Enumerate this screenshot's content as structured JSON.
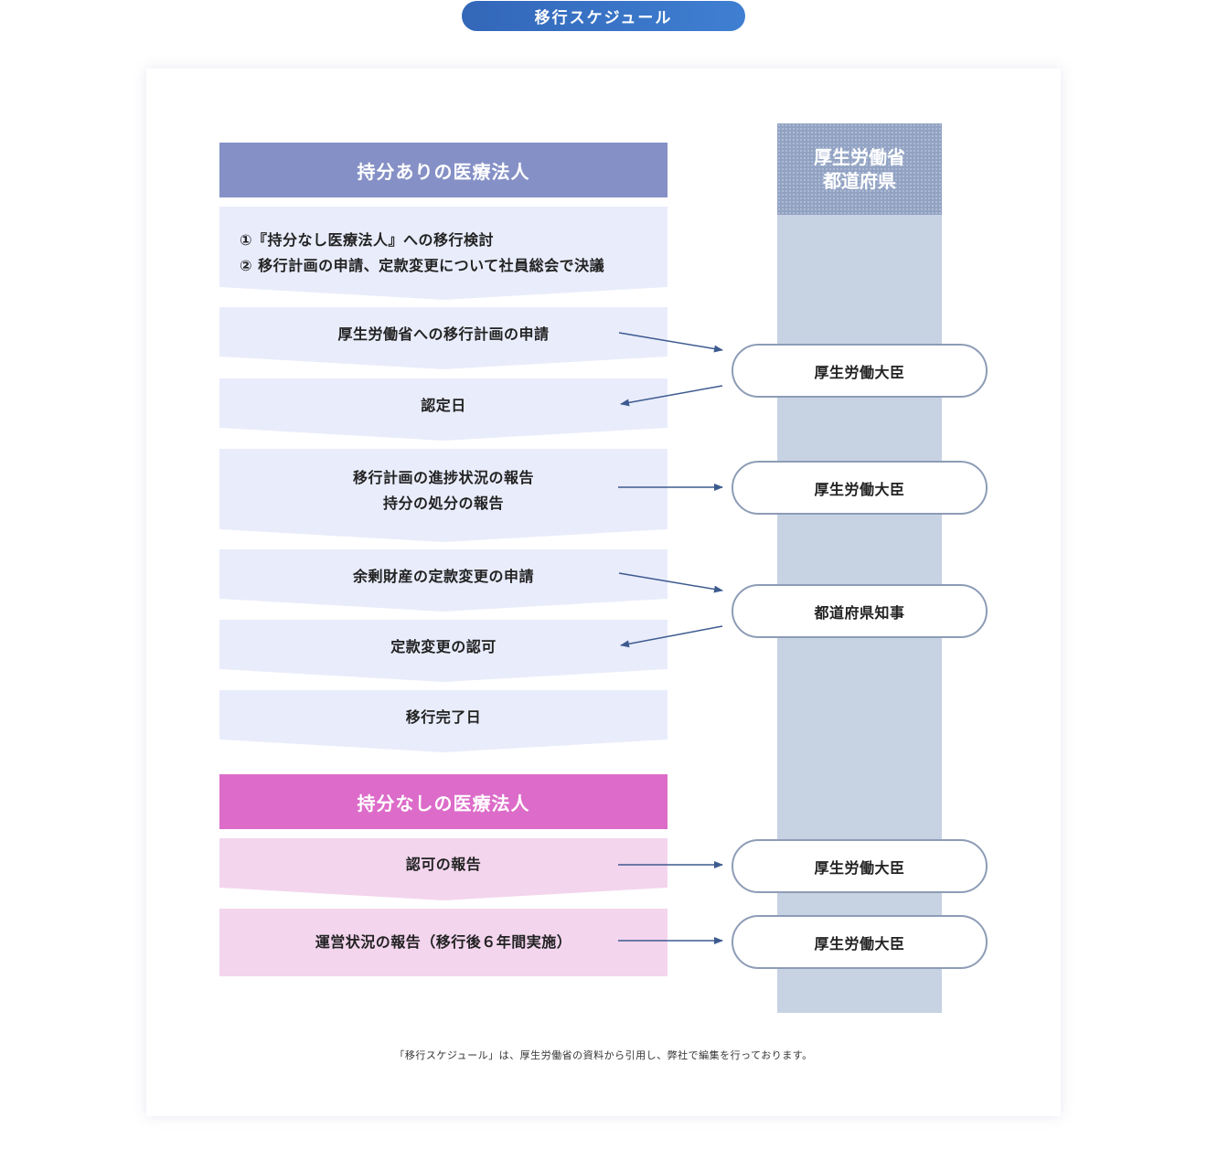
{
  "title": "移行スケジュール",
  "authority_column": {
    "line1": "厚生労働省",
    "line2": "都道府県"
  },
  "section_with_share": "持分ありの医療法人",
  "section_without_share": "持分なしの医療法人",
  "steps_with_share": [
    {
      "lines": [
        "①『持分なし医療法人』への移行検討",
        "② 移行計画の申請、定款変更について社員総会で決議"
      ]
    },
    {
      "lines": [
        "厚生労働省への移行計画の申請"
      ]
    },
    {
      "lines": [
        "認定日"
      ]
    },
    {
      "lines": [
        "移行計画の進捗状況の報告",
        "持分の処分の報告"
      ]
    },
    {
      "lines": [
        "余剰財産の定款変更の申請"
      ]
    },
    {
      "lines": [
        "定款変更の認可"
      ]
    },
    {
      "lines": [
        "移行完了日"
      ]
    }
  ],
  "steps_without_share": [
    {
      "lines": [
        "認可の報告"
      ]
    },
    {
      "lines": [
        "運営状況の報告（移行後６年間実施）"
      ]
    }
  ],
  "authorities": [
    "厚生労働大臣",
    "厚生労働大臣",
    "都道府県知事",
    "厚生労働大臣",
    "厚生労働大臣"
  ],
  "footnote": "「移行スケジュール」は、厚生労働省の資料から引用し、弊社で編集を行っております。",
  "colors": {
    "title_pill": "#3367b8",
    "section_with_share": "#8590c6",
    "section_without_share": "#dc6bc9",
    "step_blue": "#e9ecfb",
    "step_pink": "#f3d5ee",
    "authority_column": "#c7d2e3",
    "arrow": "#3d5a8f"
  }
}
